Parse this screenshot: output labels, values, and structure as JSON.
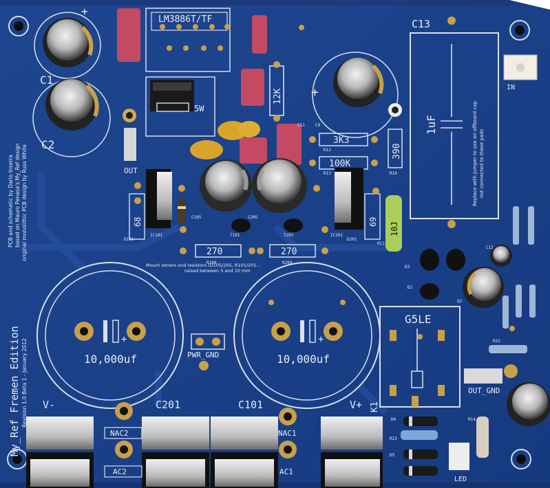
{
  "board": {
    "ic_label": "LM3886T/TF",
    "cap_c13_label": "C13",
    "cap_c13_value": "1uF",
    "jumper_note": "Replace with jumper to use an offboard cap",
    "jumper_note_2": "not connected to these pads",
    "credits_1": "PCB and schematic by Dario Inserra",
    "credits_2": "based on Mauro Penasa's My_Ref design",
    "credits_3": "original monolithic PCB design by Russ White",
    "edition_title": "My_Ref Fremen Edition",
    "edition_rev": "Revision 1.0 Beta 1 - January 2012",
    "cap_value_left": "10,000uf",
    "cap_value_right": "10,000uf",
    "pwr_gnd": "PWR_GND",
    "out_gnd": "OUT_GND",
    "c201": "C201",
    "c101": "C101",
    "v_minus": "V-",
    "v_plus": "V+",
    "nac2": "NAC2",
    "ac2": "AC2",
    "nac1": "NAC1",
    "ac1": "AC1",
    "k1": "K1",
    "g5le": "G5LE",
    "out": "OUT",
    "in": "IN",
    "led": "LED",
    "c1": "C1",
    "c2": "C2",
    "r_12k": "12K",
    "r_3k3": "3K3",
    "r_100k": "100K",
    "r_390": "390",
    "r_270_left": "270",
    "r_270_right": "270",
    "r_68": "68",
    "r_69": "69",
    "r_5w": "5W",
    "r_10j": "10J",
    "mount_note": "Mount zeners and resistors (D105/205, R101/201...",
    "mount_note_2": "raised between 5 and 10 mm",
    "refs": {
      "r104": "R104",
      "r204": "R204",
      "d101": "D101",
      "d201": "D201",
      "c105": "C105",
      "c205": "C205",
      "t101": "T101",
      "t201": "T201",
      "r11": "R11",
      "r12": "R12",
      "r13": "R13",
      "r14": "R14",
      "r22": "R22",
      "r23": "R23",
      "q2": "Q2",
      "d3": "D3",
      "d4": "D4",
      "d5": "D5",
      "c12": "C12",
      "d2": "D2",
      "ic101": "IC101",
      "ic201": "IC201",
      "c11": "C11",
      "c9": "C9",
      "r10": "R10"
    }
  },
  "colors": {
    "pcb": "#1b3f87",
    "pcb_dark": "#123073",
    "silk": "#e8ecf5",
    "pad": "#c9a04a",
    "cap_film": "#c44a64",
    "cap_yellow": "#d9a42a",
    "led_green": "#a9cf5a"
  }
}
